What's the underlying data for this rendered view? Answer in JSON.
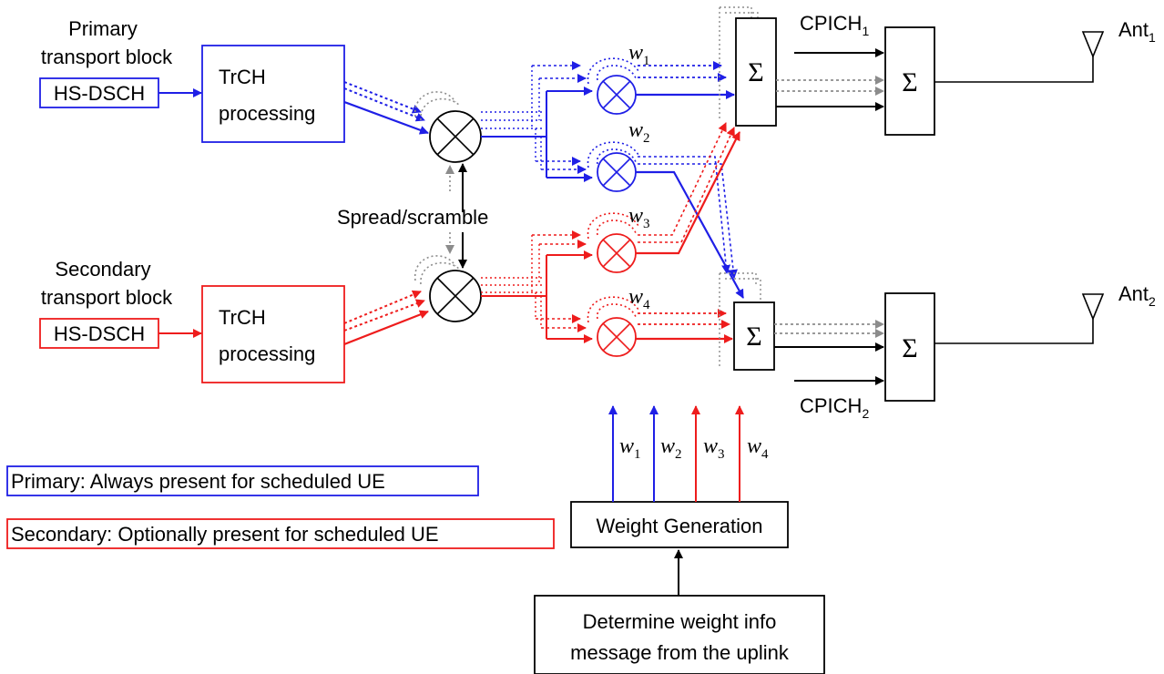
{
  "colors": {
    "primary": "#1f1fe6",
    "secondary": "#ee1c1c",
    "neutral": "#000000",
    "dotted_gray": "#8c8c8c"
  },
  "primary_path": {
    "heading_line1": "Primary",
    "heading_line2": "transport block",
    "channel": "HS-DSCH",
    "trch_line1": "TrCH",
    "trch_line2": "processing"
  },
  "secondary_path": {
    "heading_line1": "Secondary",
    "heading_line2": "transport block",
    "channel": "HS-DSCH",
    "trch_line1": "TrCH",
    "trch_line2": "processing"
  },
  "spread_label": "Spread/scramble",
  "weights": {
    "symbol": "w",
    "subs": [
      "1",
      "2",
      "3",
      "4"
    ]
  },
  "summation_symbol": "Σ",
  "cpich": [
    {
      "base": "CPICH",
      "sub": "1"
    },
    {
      "base": "CPICH",
      "sub": "2"
    }
  ],
  "antennas": [
    {
      "base": "Ant",
      "sub": "1"
    },
    {
      "base": "Ant",
      "sub": "2"
    }
  ],
  "legend": {
    "primary": "Primary: Always present for scheduled UE",
    "secondary": "Secondary: Optionally present for scheduled UE"
  },
  "weight_generation": "Weight Generation",
  "uplink_box": {
    "line1": "Determine weight info",
    "line2": "message from the uplink"
  }
}
